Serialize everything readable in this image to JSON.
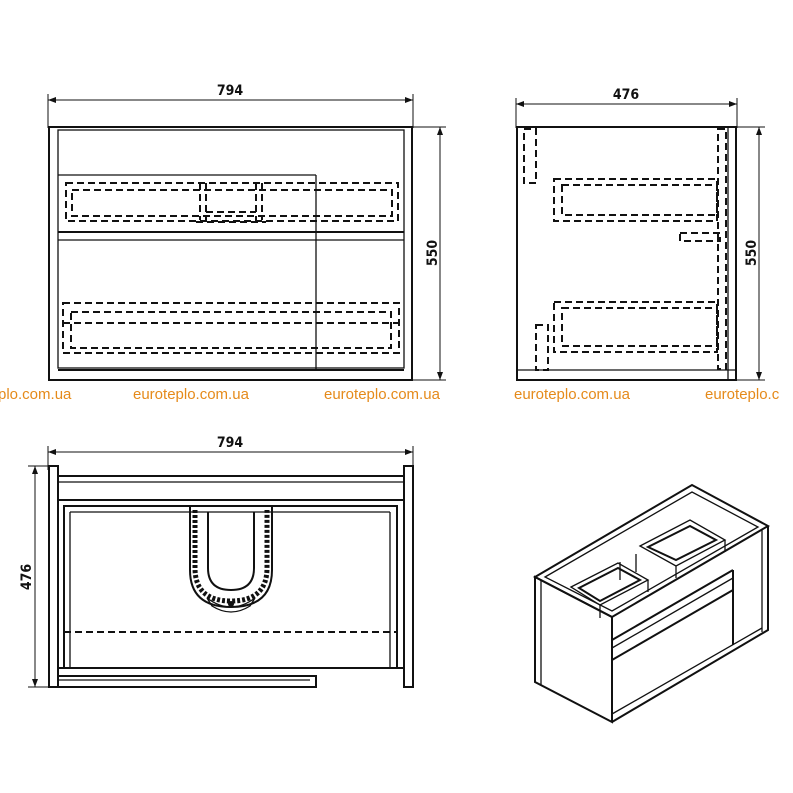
{
  "dimensions": {
    "front_width": "794",
    "front_height": "550",
    "side_depth": "476",
    "side_height": "550",
    "top_width": "794",
    "top_depth": "476"
  },
  "watermarks": [
    "plo.com.ua",
    "euroteplo.com.ua",
    "euroteplo.com.ua",
    "euroteplo.com.ua",
    "euroteplo.c"
  ],
  "colors": {
    "line": "#111111",
    "watermark": "#e58a1a",
    "background": "#ffffff"
  }
}
